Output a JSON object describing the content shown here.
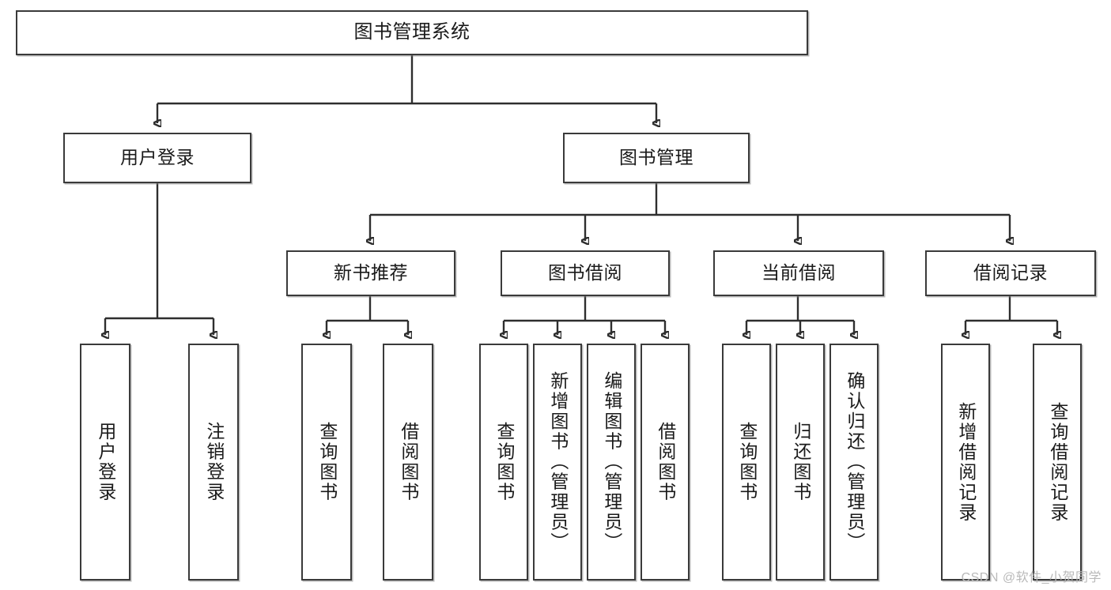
{
  "diagram": {
    "title": "图书管理系统",
    "type": "tree-hierarchy",
    "watermark": "CSDN @软件_小贺同学",
    "nodes": {
      "root": {
        "label": "图书管理系统"
      },
      "level2": [
        {
          "id": "user-login",
          "label": "用户登录"
        },
        {
          "id": "book-management",
          "label": "图书管理"
        }
      ],
      "level3": [
        {
          "id": "new-book-recommend",
          "label": "新书推荐"
        },
        {
          "id": "book-borrow",
          "label": "图书借阅"
        },
        {
          "id": "current-borrow",
          "label": "当前借阅"
        },
        {
          "id": "borrow-record",
          "label": "借阅记录"
        }
      ],
      "leaves": {
        "user-login": [
          {
            "id": "leaf-user-login",
            "label": "用户登录"
          },
          {
            "id": "leaf-logout-login",
            "label": "注销登录"
          }
        ],
        "new-book-recommend": [
          {
            "id": "leaf-query-book-1",
            "label": "查询图书"
          },
          {
            "id": "leaf-borrow-book-1",
            "label": "借阅图书"
          }
        ],
        "book-borrow": [
          {
            "id": "leaf-query-book-2",
            "label": "查询图书"
          },
          {
            "id": "leaf-add-book",
            "label": "新增图书（管理员）"
          },
          {
            "id": "leaf-edit-book",
            "label": "编辑图书（管理员）"
          },
          {
            "id": "leaf-borrow-book-2",
            "label": "借阅图书"
          }
        ],
        "current-borrow": [
          {
            "id": "leaf-query-book-3",
            "label": "查询图书"
          },
          {
            "id": "leaf-return-book",
            "label": "归还图书"
          },
          {
            "id": "leaf-confirm-return",
            "label": "确认归还（管理员）"
          }
        ],
        "borrow-record": [
          {
            "id": "leaf-add-record",
            "label": "新增借阅记录"
          },
          {
            "id": "leaf-query-record",
            "label": "查询借阅记录"
          }
        ]
      }
    },
    "colors": {
      "border": "#3a3a3a",
      "connector": "#2e2e2e",
      "background": "#ffffff",
      "text": "#1a1a1a",
      "watermark": "#b9b9b9"
    }
  }
}
